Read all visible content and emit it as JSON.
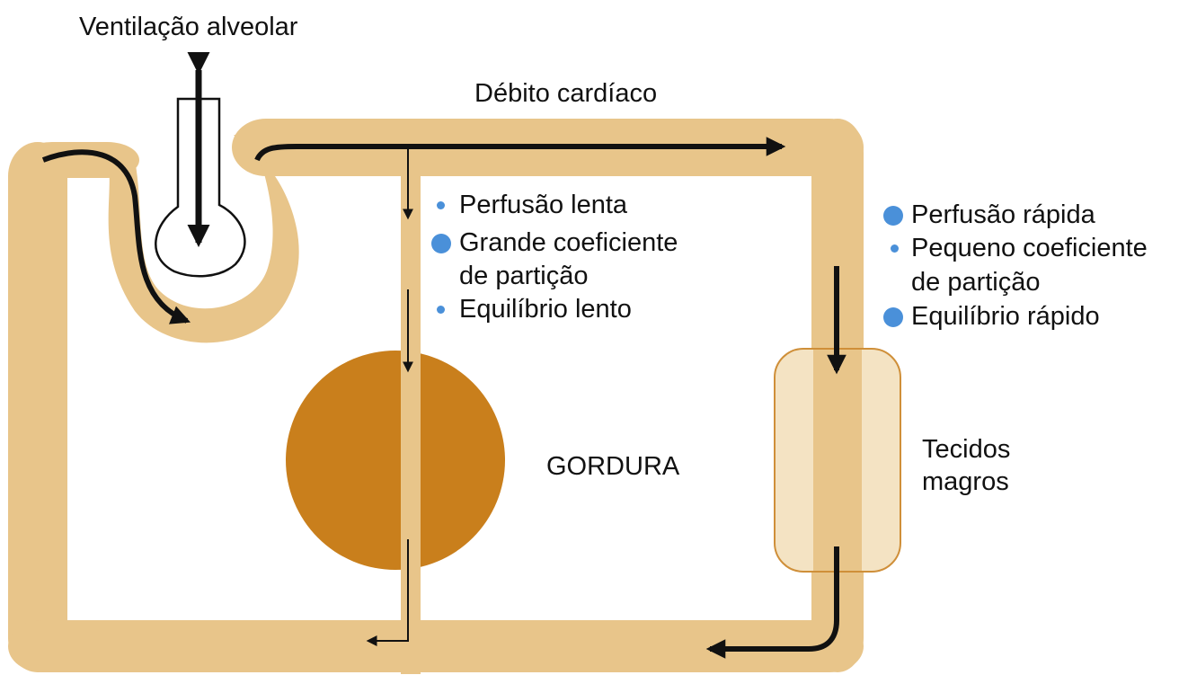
{
  "labels": {
    "ventilation": "Ventilação alveolar",
    "cardiac_output": "Débito cardíaco",
    "fat": "GORDURA",
    "lean_line1": "Tecidos",
    "lean_line2": "magros"
  },
  "fat_properties": [
    {
      "text": "Perfusão lenta",
      "bullet": "small"
    },
    {
      "text": "Grande coeficiente",
      "bullet": "large"
    },
    {
      "text": "de partição",
      "bullet": "none"
    },
    {
      "text": "Equilíbrio lento",
      "bullet": "small"
    }
  ],
  "lean_properties": [
    {
      "text": "Perfusão rápida",
      "bullet": "large"
    },
    {
      "text": "Pequeno coeficiente",
      "bullet": "small"
    },
    {
      "text": "de partição",
      "bullet": "none"
    },
    {
      "text": "Equilíbrio rápido",
      "bullet": "large"
    }
  ],
  "colors": {
    "vessel": "#e8c58a",
    "fat": "#c97f1c",
    "lean_tissue": "#f4e3c3",
    "lean_outline": "#cf8f39",
    "bullet": "#4a90d9",
    "arrow": "#111111"
  }
}
